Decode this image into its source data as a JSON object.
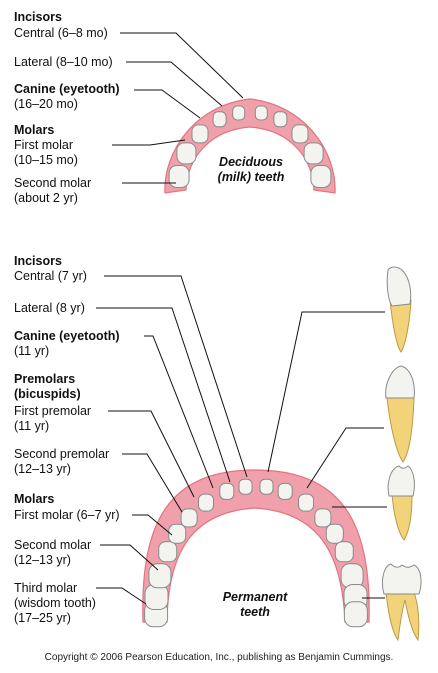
{
  "deciduous": {
    "incisors_heading": "Incisors",
    "central": "Central (6–8 mo)",
    "lateral": "Lateral (8–10 mo)",
    "canine_heading": "Canine (eyetooth)",
    "canine_age": "(16–20 mo)",
    "molars_heading": "Molars",
    "first_molar": "First molar",
    "first_molar_age": "(10–15 mo)",
    "second_molar": "Second molar",
    "second_molar_age": "(about 2 yr)",
    "caption_line1": "Deciduous",
    "caption_line2": "(milk) teeth"
  },
  "permanent": {
    "incisors_heading": "Incisors",
    "central": "Central (7 yr)",
    "lateral": "Lateral (8 yr)",
    "canine_heading": "Canine (eyetooth)",
    "canine_age": "(11 yr)",
    "premolars_heading": "Premolars",
    "premolars_alt": "(bicuspids)",
    "first_premolar": "First premolar",
    "first_premolar_age": "(11 yr)",
    "second_premolar": "Second premolar",
    "second_premolar_age": "(12–13 yr)",
    "molars_heading": "Molars",
    "first_molar": "First molar (6–7 yr)",
    "second_molar": "Second molar",
    "second_molar_age": "(12–13 yr)",
    "third_molar": "Third molar",
    "third_molar_alt": "(wisdom tooth)",
    "third_molar_age": "(17–25 yr)",
    "caption_line1": "Permanent",
    "caption_line2": "teeth"
  },
  "copyright": "Copyright © 2006 Pearson Education, Inc., publishing as Benjamin Cummings.",
  "colors": {
    "gum": "#f0a0ab",
    "gum_edge": "#e2737f",
    "tooth_crown": "#f3f3f0",
    "tooth_edge": "#8a8a8a",
    "root": "#f3d37a",
    "leader_line": "#111111"
  }
}
